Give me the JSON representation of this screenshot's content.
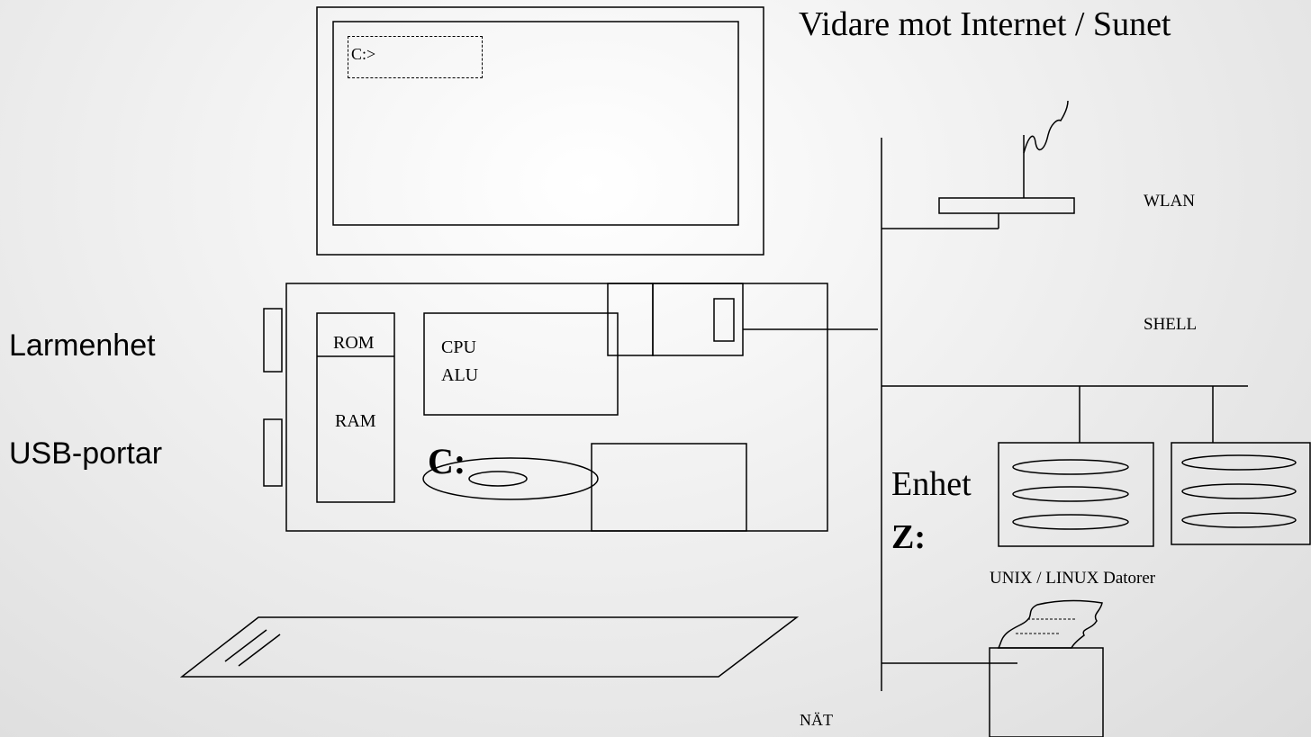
{
  "screen": {
    "prompt": "C:>"
  },
  "headline": "Vidare mot Internet / Sunet",
  "left_labels": {
    "alarm": "Larmenhet",
    "usb": "USB-portar"
  },
  "components": {
    "rom": "ROM",
    "ram": "RAM",
    "cpu": "CPU",
    "alu": "ALU",
    "drive_c": "C:"
  },
  "network": {
    "wlan": "WLAN",
    "shell": "SHELL",
    "drive_z_line1": "Enhet",
    "drive_z_line2": "Z:",
    "unix_label": "UNIX  / LINUX Datorer",
    "net_label": "NÄT"
  },
  "colors": {
    "stroke": "#000000",
    "background": "#e8e8e8"
  }
}
